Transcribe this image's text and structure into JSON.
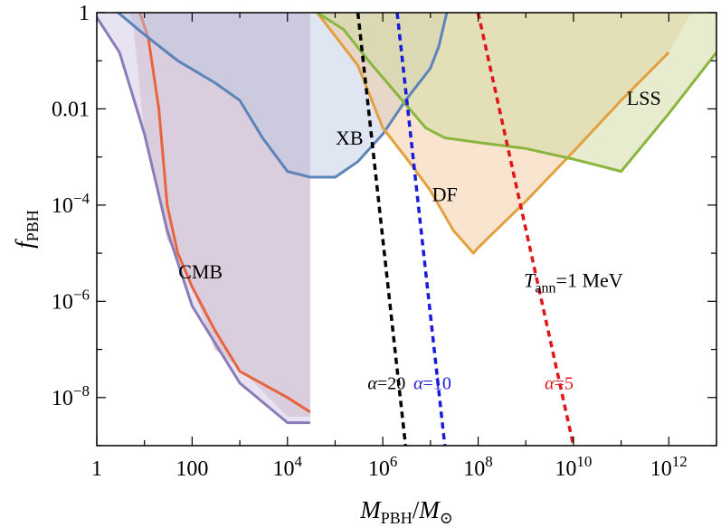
{
  "chart_data": {
    "type": "area",
    "xscale": "log",
    "yscale": "log",
    "xlim": [
      1,
      10000000000000.0
    ],
    "ylim": [
      1e-09,
      1
    ],
    "xlabel": {
      "main": "M",
      "sub": "PBH",
      "sep": "/",
      "main2": "M",
      "sub2": "⊙"
    },
    "ylabel": {
      "main": "f",
      "sub": "PBH"
    },
    "x_ticks": [
      {
        "value": 1,
        "text": "1"
      },
      {
        "value": 100,
        "text": "100"
      },
      {
        "value": 10000.0,
        "base": "10",
        "exp": "4"
      },
      {
        "value": 1000000.0,
        "base": "10",
        "exp": "6"
      },
      {
        "value": 100000000.0,
        "base": "10",
        "exp": "8"
      },
      {
        "value": 10000000000.0,
        "base": "10",
        "exp": "10"
      },
      {
        "value": 1000000000000.0,
        "base": "10",
        "exp": "12"
      }
    ],
    "y_ticks": [
      {
        "value": 1,
        "text": "1"
      },
      {
        "value": 0.01,
        "text": "0.01"
      },
      {
        "value": 0.0001,
        "base": "10",
        "exp": "−4"
      },
      {
        "value": 1e-06,
        "base": "10",
        "exp": "−6"
      },
      {
        "value": 1e-08,
        "base": "10",
        "exp": "−8"
      }
    ],
    "grid": false,
    "regions": [
      {
        "name": "CMB",
        "label": "CMB",
        "label_at": [
          150,
          3e-06
        ],
        "fill": "#c9a3aa",
        "stroke": null,
        "fill_opacity": 0.62,
        "outline": [
          [
            1,
            1
          ],
          [
            30000.0,
            1
          ],
          [
            30000.0,
            4e-09
          ],
          [
            10000.0,
            4e-09
          ],
          [
            1000,
            4e-08
          ],
          [
            300,
            1e-07
          ],
          [
            100,
            2e-06
          ],
          [
            30,
            2e-05
          ],
          [
            10,
            0.003
          ],
          [
            6,
            0.4
          ],
          [
            5,
            1
          ]
        ]
      },
      {
        "name": "CMB-lower-boundary",
        "label": "",
        "fill": "#d8d2ea",
        "stroke": "#8a7cb8",
        "fill_opacity": 0.62,
        "outline": [
          [
            1,
            1
          ],
          [
            1,
            0.8
          ],
          [
            3,
            0.15
          ],
          [
            10,
            0.003
          ],
          [
            30,
            3e-05
          ],
          [
            100,
            8e-07
          ],
          [
            1000,
            2e-08
          ],
          [
            10000.0,
            3e-09
          ],
          [
            30000.0,
            3e-09
          ],
          [
            30000.0,
            1
          ]
        ]
      },
      {
        "name": "CMB-curve",
        "label": "",
        "fill": null,
        "stroke": "#e8643c",
        "line_only": true,
        "outline": [
          [
            8,
            1
          ],
          [
            12,
            0.3
          ],
          [
            20,
            0.01
          ],
          [
            30,
            0.0001
          ],
          [
            50,
            1e-05
          ],
          [
            100,
            2e-06
          ],
          [
            300,
            2.5e-07
          ],
          [
            1000,
            3.5e-08
          ],
          [
            10000.0,
            1e-08
          ],
          [
            30000.0,
            5e-09
          ]
        ]
      },
      {
        "name": "XB",
        "label": "XB",
        "label_at": [
          200000.0,
          0.0018
        ],
        "fill": "#b7c7e0",
        "stroke": "#5d84b8",
        "fill_opacity": 0.45,
        "outline": [
          [
            2.8,
            1
          ],
          [
            10,
            0.35
          ],
          [
            50,
            0.1
          ],
          [
            300,
            0.035
          ],
          [
            1000,
            0.015
          ],
          [
            3000,
            0.0025
          ],
          [
            10000.0,
            0.0005
          ],
          [
            30000.0,
            0.00038
          ],
          [
            100000.0,
            0.00038
          ],
          [
            300000.0,
            0.0008
          ],
          [
            1000000.0,
            0.003
          ],
          [
            3000000.0,
            0.015
          ],
          [
            10000000.0,
            0.07
          ],
          [
            15000000.0,
            0.2
          ],
          [
            22000000.0,
            1
          ]
        ]
      },
      {
        "name": "DF",
        "label": "DF",
        "label_at": [
          20000000.0,
          0.00012
        ],
        "fill": "#f0c79a",
        "stroke": "#e2a040",
        "fill_opacity": 0.48,
        "outline": [
          [
            42000.0,
            1
          ],
          [
            300000.0,
            0.08
          ],
          [
            1000000.0,
            0.004
          ],
          [
            3000000.0,
            0.001
          ],
          [
            10000000.0,
            0.0002
          ],
          [
            30000000.0,
            3e-05
          ],
          [
            80000000.0,
            1e-05
          ],
          [
            100000000.0,
            1.3e-05
          ],
          [
            1000000000.0,
            0.00012
          ],
          [
            10000000000.0,
            0.0013
          ],
          [
            100000000000.0,
            0.015
          ],
          [
            1000000000000.0,
            0.15
          ],
          [
            3000000000000.0,
            1
          ]
        ]
      },
      {
        "name": "LSS",
        "label": "LSS",
        "label_at": [
          300000000000.0,
          0.012
        ],
        "fill": "#cfdba0",
        "stroke": "#8ab53e",
        "fill_opacity": 0.52,
        "outline": [
          [
            42000.0,
            1
          ],
          [
            150000.0,
            0.45
          ],
          [
            500000.0,
            0.1
          ],
          [
            2000000.0,
            0.02
          ],
          [
            8000000.0,
            0.004
          ],
          [
            20000000.0,
            0.0025
          ],
          [
            100000000.0,
            0.002
          ],
          [
            1000000000.0,
            0.0015
          ],
          [
            10000000000.0,
            0.0009
          ],
          [
            50000000000.0,
            0.0006
          ],
          [
            100000000000.0,
            0.0005
          ],
          [
            1000000000000.0,
            0.008
          ],
          [
            10000000000000.0,
            0.15
          ],
          [
            10000000000000.0,
            1
          ]
        ]
      }
    ],
    "dashed_lines": [
      {
        "name": "alpha-20",
        "alpha": "20",
        "color": "#000000",
        "points": [
          [
            300000.0,
            1
          ],
          [
            3000000.0,
            1e-09
          ]
        ],
        "label_at": [
          1200000.0,
          1.5e-08
        ]
      },
      {
        "name": "alpha-10",
        "alpha": "10",
        "color": "#1a1adc",
        "points": [
          [
            2000000.0,
            1
          ],
          [
            20000000.0,
            1e-09
          ]
        ],
        "label_at": [
          11000000.0,
          1.5e-08
        ]
      },
      {
        "name": "alpha-5",
        "alpha": "5",
        "color": "#e0161a",
        "points": [
          [
            100000000.0,
            1
          ],
          [
            10000000000.0,
            1e-09
          ]
        ],
        "label_at": [
          5000000000.0,
          1.5e-08
        ]
      }
    ],
    "annotation": {
      "main": "T",
      "sub": "ann",
      "rest": "=1 MeV",
      "at": [
        10000000000.0,
        2e-06
      ]
    }
  }
}
